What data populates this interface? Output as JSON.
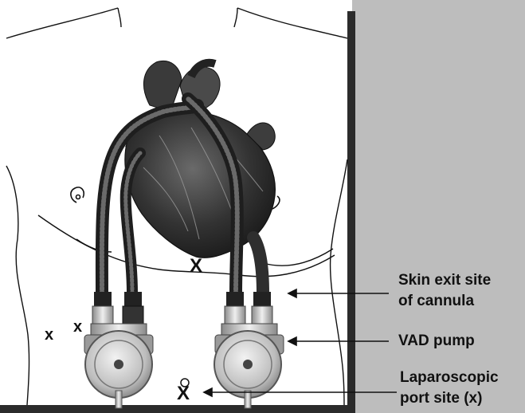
{
  "labels": {
    "skin_exit_line1": "Skin exit site",
    "skin_exit_line2": "of cannula",
    "vad_pump": "VAD pump",
    "port_line1": "Laparoscopic",
    "port_line2": "port site (x)"
  },
  "port_marks": {
    "epigastric": "X",
    "lower": "X",
    "flank_left": "x",
    "flank_right": "x"
  },
  "colors": {
    "background_panel": "#bdbdbd",
    "divider": "#2b2b2b",
    "outline": "#111111",
    "heart_dark": "#2e2e2e",
    "cannula": "#555555",
    "pump_metal": "#c9c9c9"
  }
}
